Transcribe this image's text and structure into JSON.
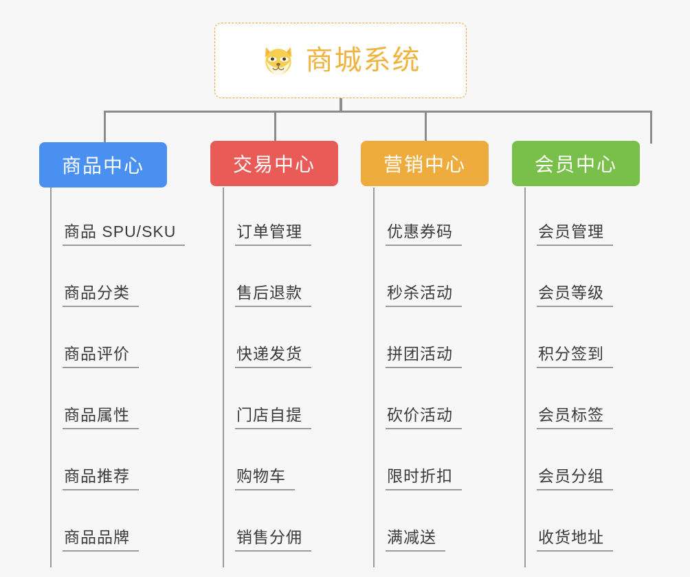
{
  "canvas": {
    "background": "#f7f7f7",
    "connector_color": "#8c8c8c"
  },
  "root": {
    "title": "商城系统",
    "icon": "shiba-inu-dog-face-icon",
    "text_color": "#efb33f",
    "border_color": "#e8a33d",
    "background": "#ffffff"
  },
  "branches": [
    {
      "label": "商品中心",
      "color": "#4a90f0",
      "items": [
        "商品 SPU/SKU",
        "商品分类",
        "商品评价",
        "商品属性",
        "商品推荐",
        "商品品牌"
      ]
    },
    {
      "label": "交易中心",
      "color": "#e95b57",
      "items": [
        "订单管理",
        "售后退款",
        "快递发货",
        "门店自提",
        "购物车",
        "销售分佣"
      ]
    },
    {
      "label": "营销中心",
      "color": "#eeab3e",
      "items": [
        "优惠券码",
        "秒杀活动",
        "拼团活动",
        "砍价活动",
        "限时折扣",
        "满减送"
      ]
    },
    {
      "label": "会员中心",
      "color": "#78c04a",
      "items": [
        "会员管理",
        "会员等级",
        "积分签到",
        "会员标签",
        "会员分组",
        "收货地址"
      ]
    }
  ]
}
